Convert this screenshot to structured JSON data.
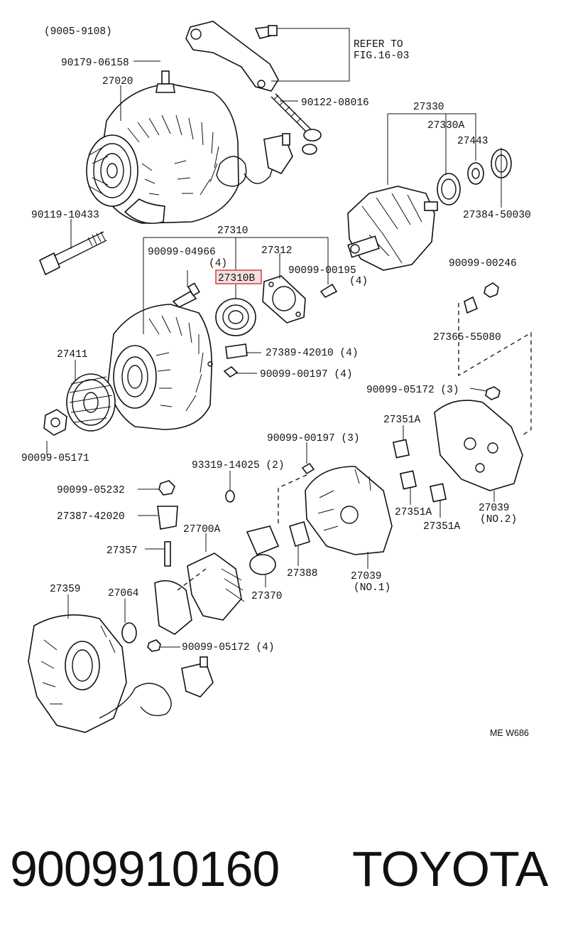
{
  "diagram": {
    "range_note": "(9005-9108)",
    "refer_line1": "REFER TO",
    "refer_line2": "FIG.16-03",
    "labels": {
      "p90179_06158": "90179-06158",
      "p27020": "27020",
      "p90122_08016": "90122-08016",
      "p27330": "27330",
      "p27330A": "27330A",
      "p27443": "27443",
      "p27384_50030": "27384-50030",
      "p90119_10433": "90119-10433",
      "p27310": "27310",
      "p90099_04966": "90099-04966",
      "q4_a": "(4)",
      "p27312": "27312",
      "p27310B": "27310B",
      "p90099_00195": "90099-00195",
      "q4_b": "(4)",
      "p90099_00246": "90099-00246",
      "p27365_55080": "27365-55080",
      "p27411": "27411",
      "p27389_42010": "27389-42010 (4)",
      "p90099_00197_4": "90099-00197 (4)",
      "p90099_05172_3": "90099-05172 (3)",
      "p90099_05171": "90099-05171",
      "p27351A_top": "27351A",
      "p90099_00197_3": "90099-00197 (3)",
      "p93319_14025": "93319-14025 (2)",
      "p90099_05232": "90099-05232",
      "p27387_42020": "27387-42020",
      "p27700A": "27700A",
      "p27357": "27357",
      "p27351A_mid": "27351A",
      "p27351A_low": "27351A",
      "p27039_no2": "27039",
      "p27039_no2_sub": "(NO.2)",
      "p27388": "27388",
      "p27039_no1": "27039",
      "p27039_no1_sub": "(NO.1)",
      "p27370": "27370",
      "p27359": "27359",
      "p27064": "27064",
      "p90099_05172_4": "90099-05172 (4)"
    },
    "highlight_color": "#d04040",
    "highlighted_part": "27310B",
    "ref_code": "ME W686"
  },
  "footer": {
    "part_number": "9009910160",
    "brand": "TOYOTA"
  }
}
